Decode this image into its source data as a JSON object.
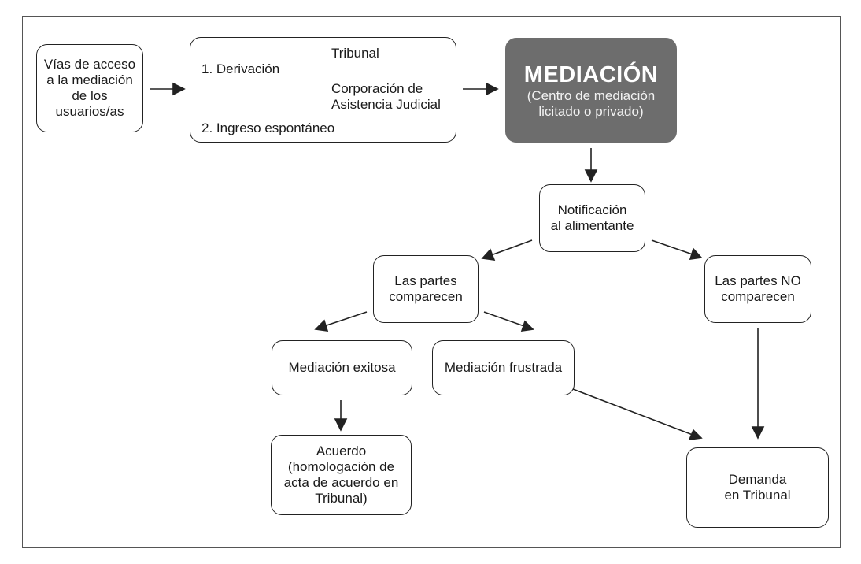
{
  "access": {
    "lines": [
      "Vías de acceso",
      "a la mediación",
      "de los",
      "usuarios/as"
    ]
  },
  "routes": {
    "derivacion": "1. Derivación",
    "tribunal": "Tribunal",
    "corporacion": [
      "Corporación de",
      "Asistencia Judicial"
    ],
    "espontaneo": "2. Ingreso espontáneo"
  },
  "mediacion": {
    "title": "MEDIACIÓN",
    "subtitle": [
      "(Centro de mediación",
      "licitado o privado)"
    ]
  },
  "notificacion": [
    "Notificación",
    "al alimentante"
  ],
  "comparecen": [
    "Las partes",
    "comparecen"
  ],
  "no_comparecen": [
    "Las partes NO",
    "comparecen"
  ],
  "exitosa": "Mediación exitosa",
  "frustrada": "Mediación frustrada",
  "acuerdo": [
    "Acuerdo",
    "(homologación de",
    "acta de acuerdo en",
    "Tribunal)"
  ],
  "demanda": [
    "Demanda",
    "en Tribunal"
  ],
  "colors": {
    "mediacion_fill": "#6d6d6d",
    "stroke": "#222222"
  }
}
